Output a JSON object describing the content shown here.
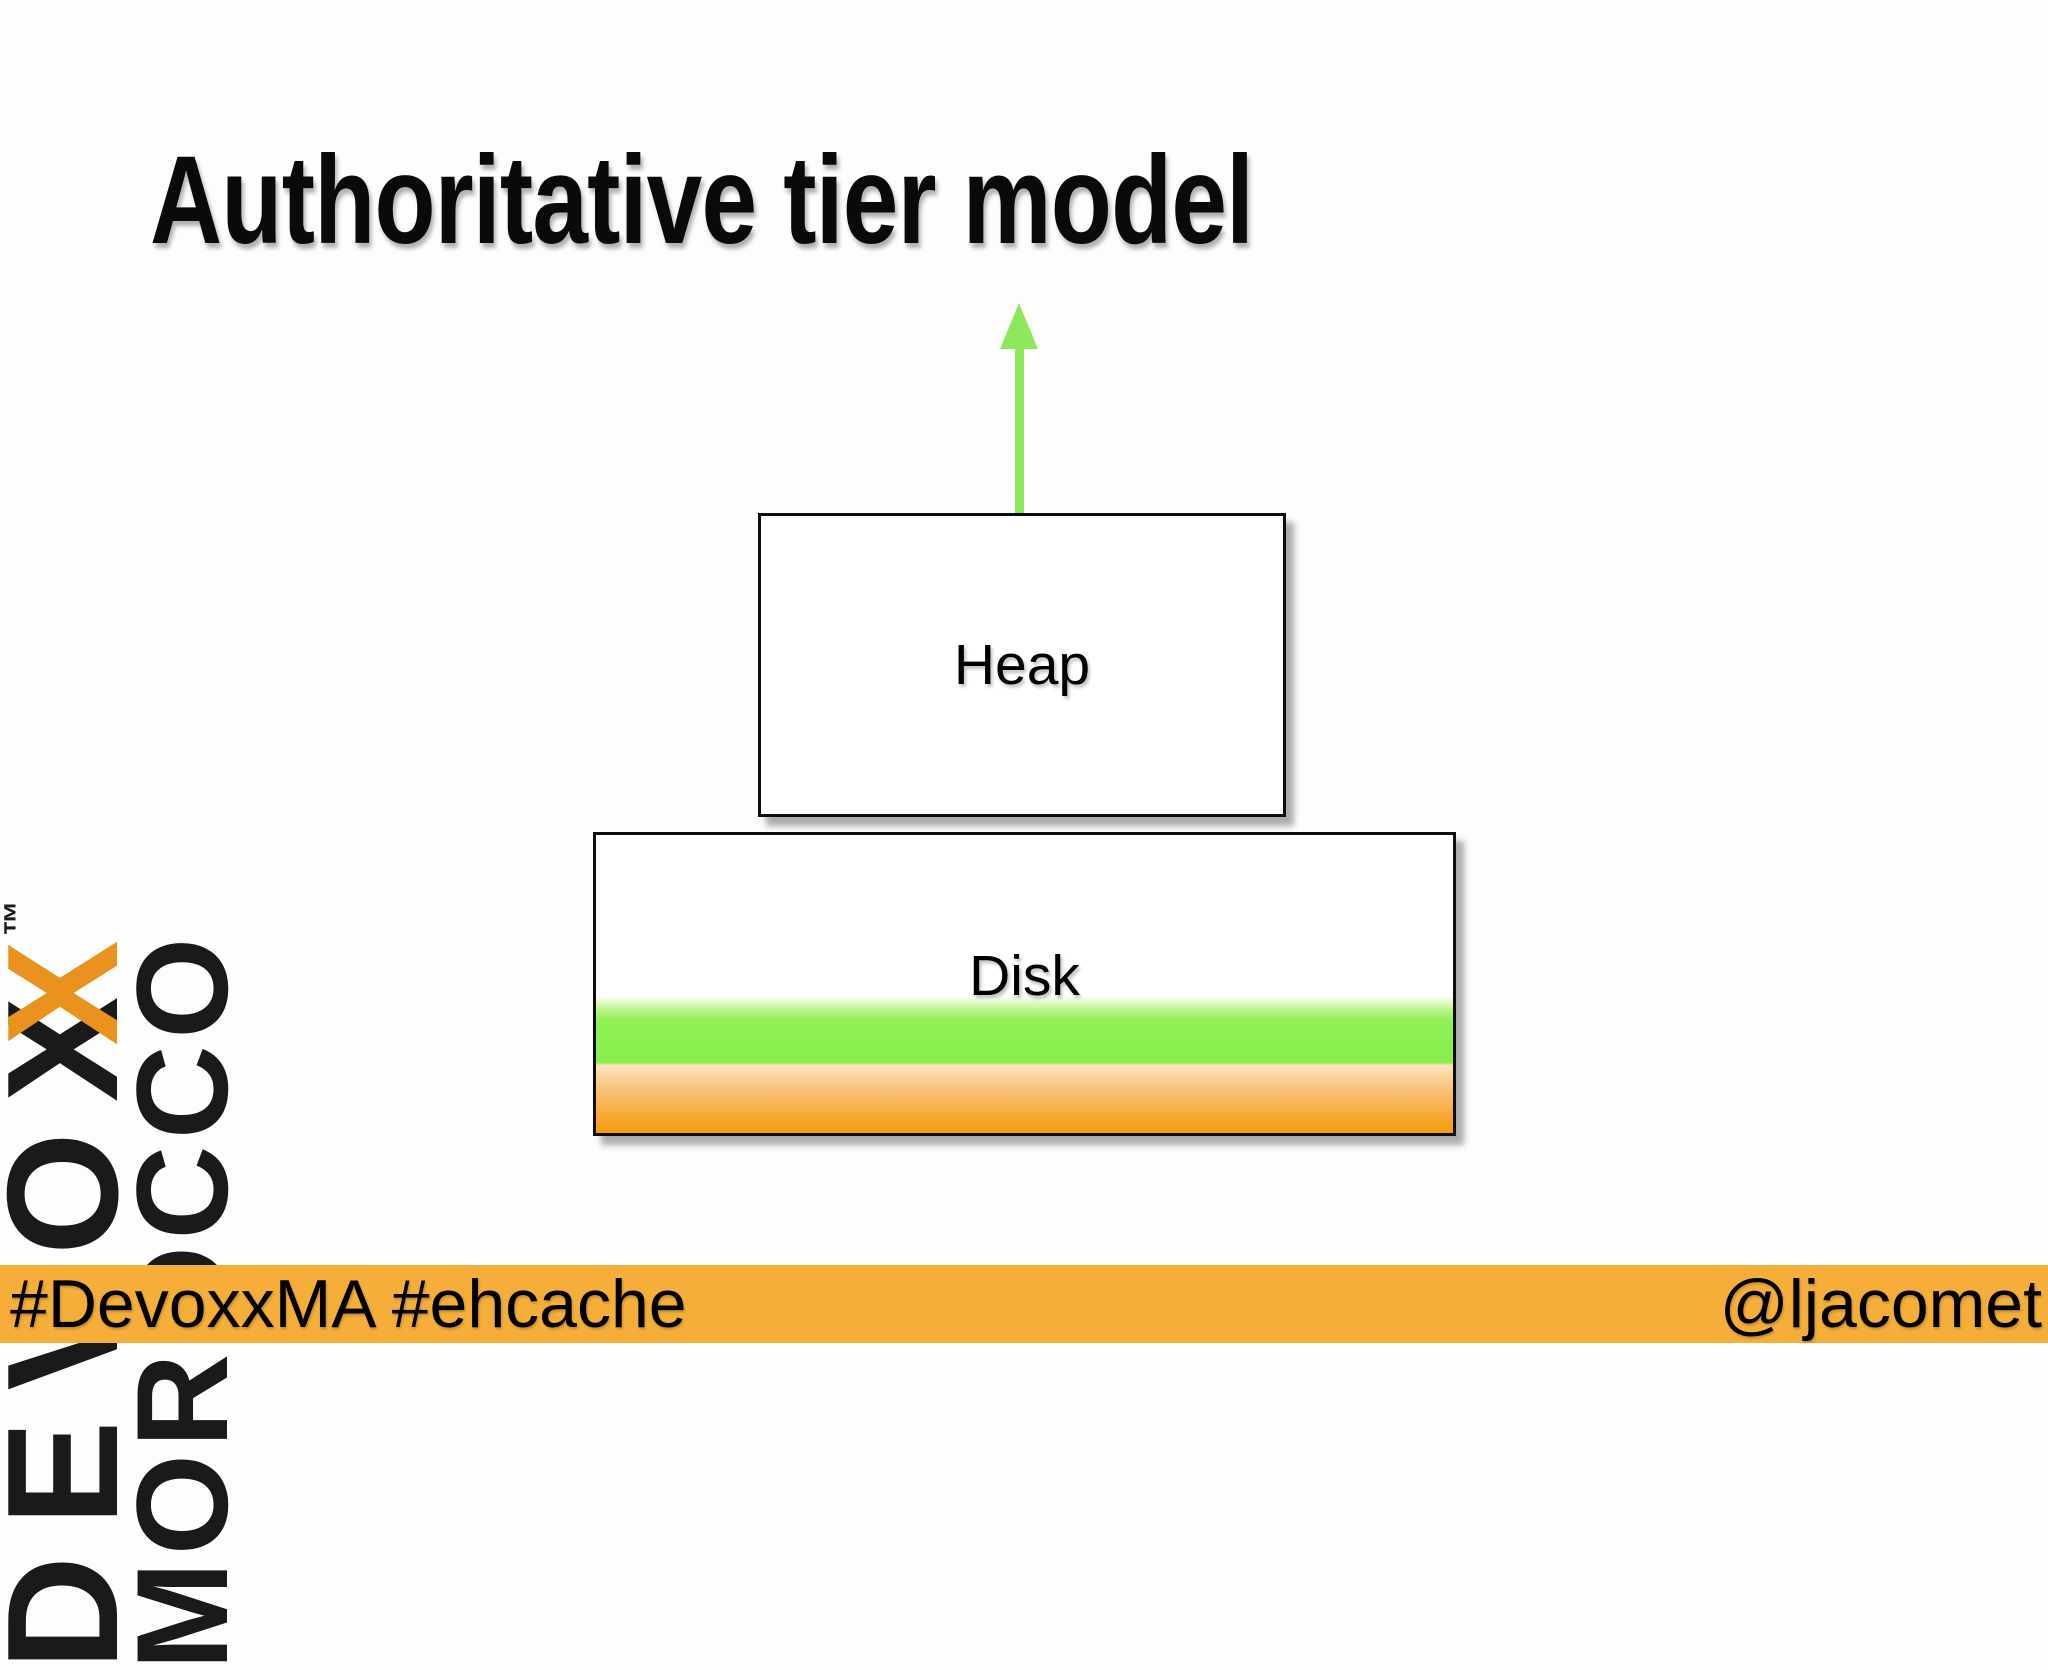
{
  "slide": {
    "title": "Authoritative tier model",
    "background": "#fdfdfd"
  },
  "logo": {
    "trademark": "™",
    "devoxx_prefix": "DEVOX",
    "devoxx_orange_x": "X",
    "morocco": "MOROCCO"
  },
  "diagram": {
    "tiers": [
      {
        "label": "Heap"
      },
      {
        "label": "Disk"
      }
    ],
    "arrow_direction": "up"
  },
  "footer": {
    "left": "#DevoxxMA #ehcache",
    "right": "@ljacomet"
  },
  "colors": {
    "ink": "#1a1a1a",
    "logo-orange": "#E9921E",
    "arrow-green": "#8EE85C",
    "tier-green": "#87EF49",
    "tier-orange": "#F39B0C",
    "bar-orange": "#F4AE39"
  }
}
